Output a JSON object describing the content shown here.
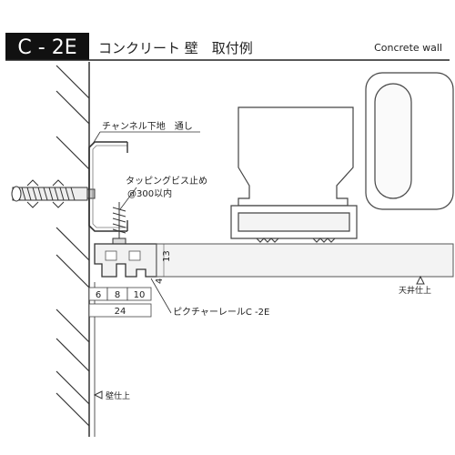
{
  "header": {
    "code": "C - 2E",
    "title": "コンクリート 壁　取付例",
    "subtitle": "Concrete wall"
  },
  "labels": {
    "channel": "チャンネル下地　通し",
    "screw_line1": "タッピングビス止め",
    "screw_line2": "@300以内",
    "rail": "ピクチャーレールC -2E",
    "ceiling": "天井仕上",
    "wall": "壁仕上"
  },
  "dimensions": {
    "d6": "6",
    "d8": "8",
    "d10": "10",
    "d24": "24",
    "d4": "4",
    "d13": "13"
  }
}
